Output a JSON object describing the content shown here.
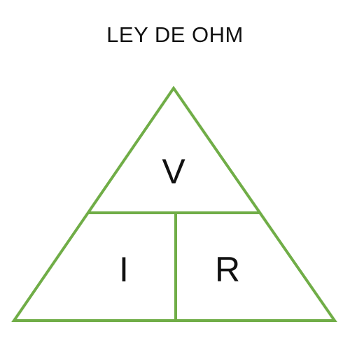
{
  "title": "LEY DE OHM",
  "triangle": {
    "top_label": "V",
    "bottom_left_label": "I",
    "bottom_right_label": "R"
  },
  "colors": {
    "stroke": "#70AD47",
    "text": "#111111",
    "background": "#ffffff"
  }
}
